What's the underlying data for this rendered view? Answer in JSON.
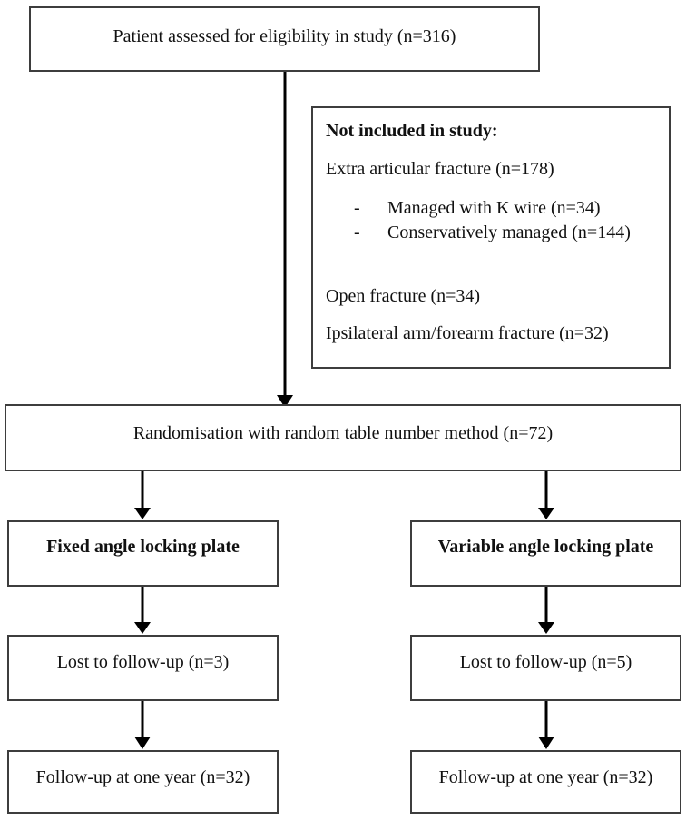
{
  "flowchart": {
    "eligibility": {
      "label": "Patient assessed for eligibility in study (n=316)"
    },
    "not_included": {
      "title": "Not included in study:",
      "extra_articular": "Extra articular fracture (n=178)",
      "bullet_dash": "-",
      "bullets": [
        {
          "label": "Managed with K wire (n=34)"
        },
        {
          "label": "Conservatively managed (n=144)"
        }
      ],
      "open_fracture": "Open fracture (n=34)",
      "ipsilateral": "Ipsilateral arm/forearm fracture (n=32)"
    },
    "randomisation": {
      "label": "Randomisation with random table number method (n=72)"
    },
    "left_arm": {
      "group_label": "Fixed angle locking plate",
      "lost_label": "Lost to follow-up (n=3)",
      "followup_label": "Follow-up at one year (n=32)"
    },
    "right_arm": {
      "group_label": "Variable angle locking plate",
      "lost_label": "Lost to follow-up (n=5)",
      "followup_label": "Follow-up at one year (n=32)"
    }
  },
  "colors": {
    "background": "#ffffff",
    "box_border": "#3d3d3d",
    "arrow": "#000000",
    "text": "#111111"
  }
}
